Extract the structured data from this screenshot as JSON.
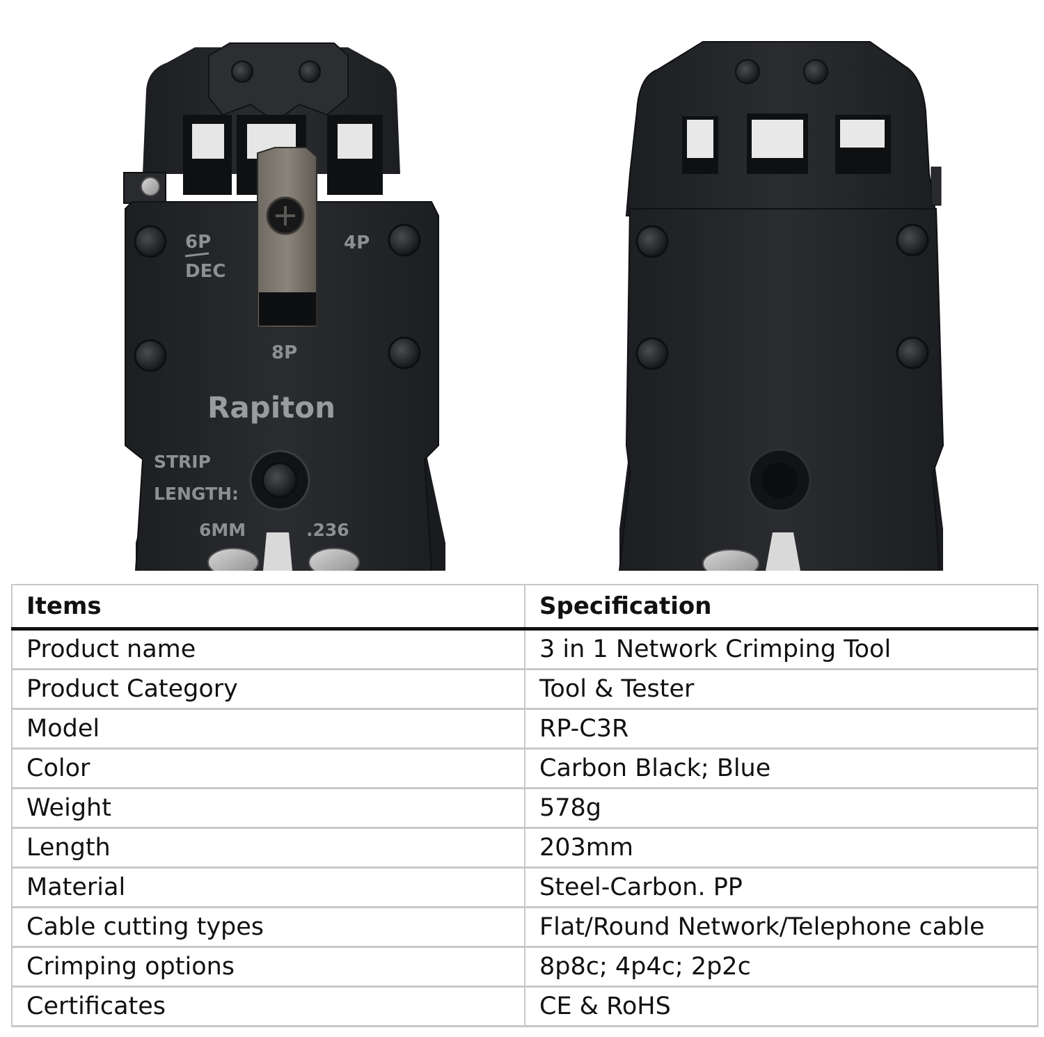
{
  "tool_photos": {
    "front": {
      "markings": {
        "label_6p": "6P",
        "label_dec": "DEC",
        "label_4p": "4P",
        "label_8p": "8P",
        "brand": "Rapiton",
        "strip": "STRIP",
        "length": "LENGTH:",
        "mm": "6MM",
        "inch": ".236"
      }
    }
  },
  "spec_table": {
    "headers": [
      "Items",
      "Specification"
    ],
    "rows": [
      [
        "Product name",
        "3 in 1 Network Crimping Tool"
      ],
      [
        "Product Category",
        "Tool & Tester"
      ],
      [
        "Model",
        "RP-C3R"
      ],
      [
        "Color",
        "Carbon Black; Blue"
      ],
      [
        "Weight",
        "578g"
      ],
      [
        "Length",
        "203mm"
      ],
      [
        "Material",
        "Steel-Carbon. PP"
      ],
      [
        "Cable cutting types",
        "Flat/Round Network/Telephone cable"
      ],
      [
        "Crimping options",
        "8p8c; 4p4c; 2p2c"
      ],
      [
        "Certificates",
        "CE & RoHS"
      ]
    ]
  }
}
